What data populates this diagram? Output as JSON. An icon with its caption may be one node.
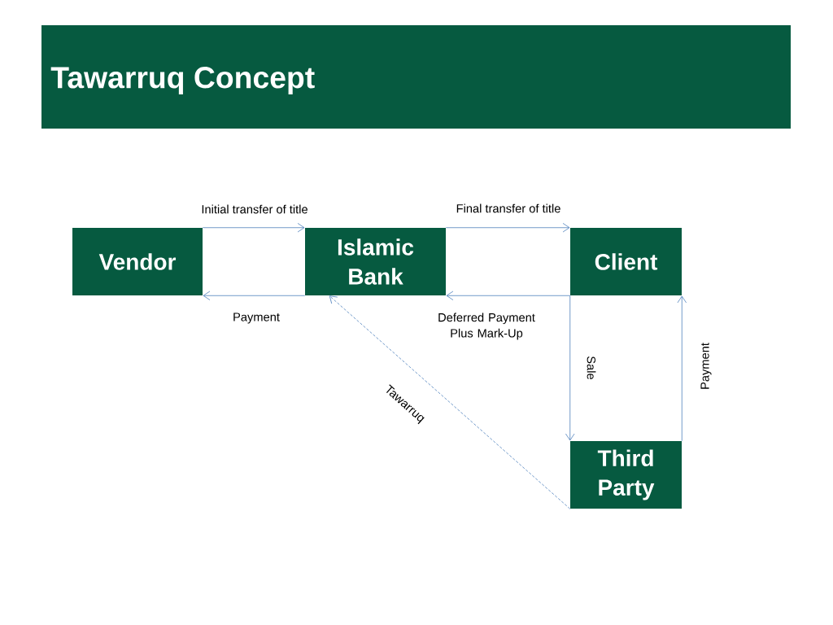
{
  "diagram": {
    "title": "Tawarruq Concept",
    "nodes": [
      {
        "text": [
          "Vendor"
        ]
      },
      {
        "text": [
          "Islamic Bank"
        ]
      },
      {
        "text": [
          "Client"
        ]
      },
      {
        "text": [
          "Third Party"
        ]
      }
    ],
    "edges": [
      {
        "from": 0,
        "to": 1,
        "arrow": "to",
        "label": "Initial transfer of title"
      },
      {
        "from": 1,
        "to": 0,
        "arrow": "to",
        "label": "Payment"
      },
      {
        "from": 1,
        "to": 2,
        "arrow": "to",
        "label": "Final transfer of title"
      },
      {
        "from": 2,
        "to": 1,
        "arrow": "to",
        "label": "Deferred Payment Plus Mark-Up"
      },
      {
        "from": 2,
        "to": 3,
        "arrow": "to",
        "label": "Sale"
      },
      {
        "from": 3,
        "to": 2,
        "arrow": "to",
        "label": "Payment"
      },
      {
        "from": 3,
        "to": 1,
        "arrow": "to",
        "label": "Tawarruq",
        "style": "dashed"
      }
    ]
  }
}
